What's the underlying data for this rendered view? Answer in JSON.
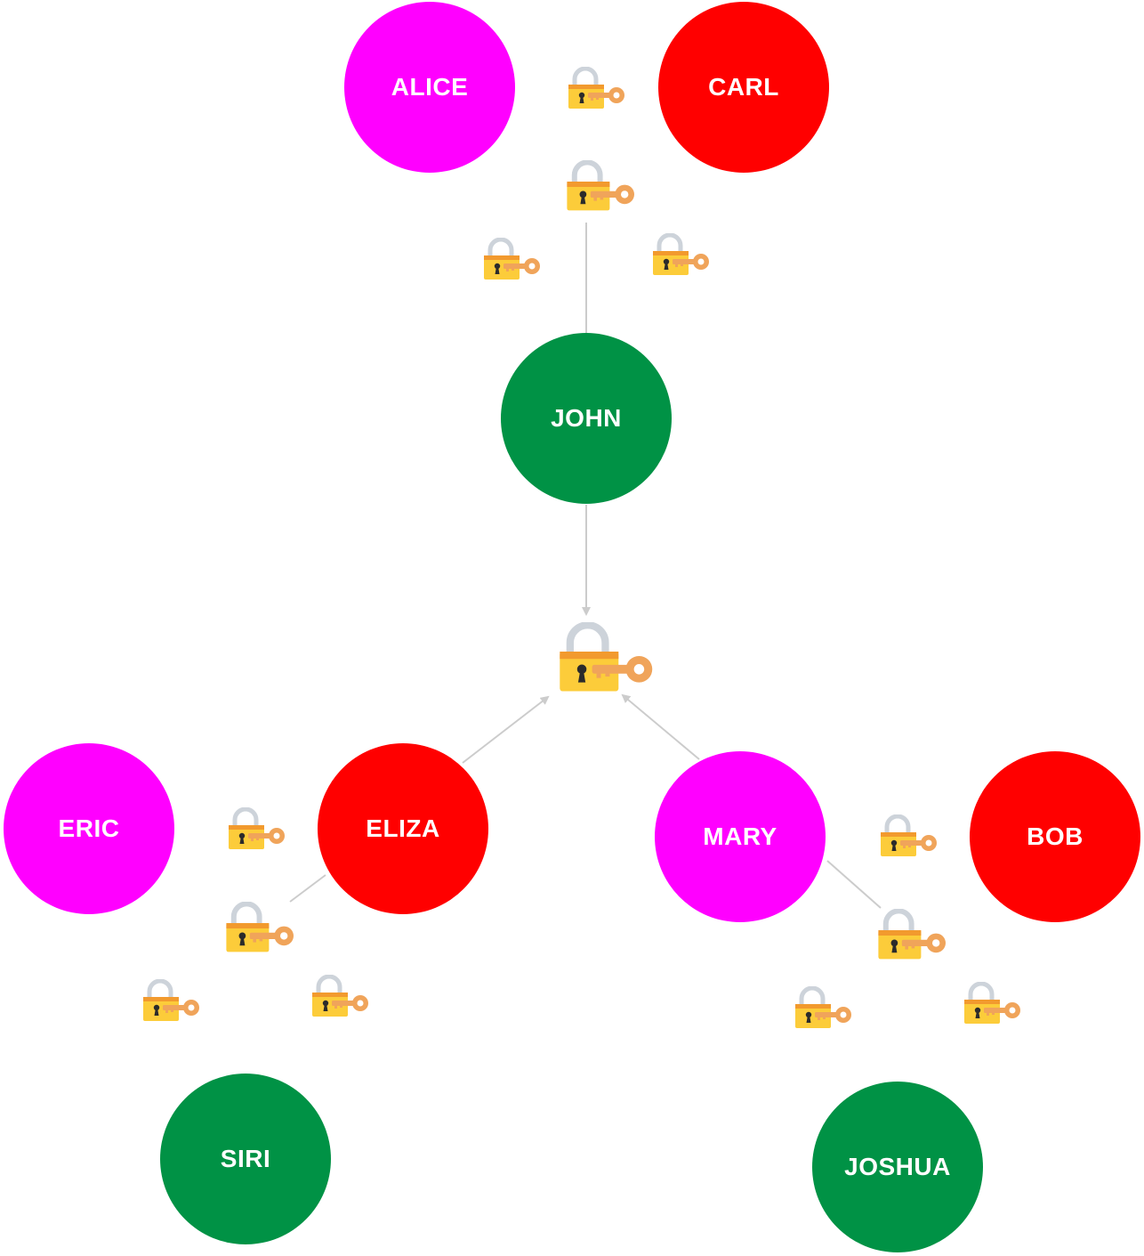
{
  "colors": {
    "magenta": "#ff00ff",
    "red": "#ff0000",
    "green": "#009245",
    "edge": "#cccccc",
    "lock_body": "#fccc3a",
    "lock_band": "#f29a2e",
    "shackle": "#cdd3da",
    "key": "#f0a45a"
  },
  "icons": {
    "lock": "lock-with-key-icon"
  },
  "nodes": [
    {
      "id": "alice",
      "label": "ALICE",
      "color": "magenta"
    },
    {
      "id": "carl",
      "label": "CARL",
      "color": "red"
    },
    {
      "id": "john",
      "label": "JOHN",
      "color": "green"
    },
    {
      "id": "eric",
      "label": "ERIC",
      "color": "magenta"
    },
    {
      "id": "eliza",
      "label": "ELIZA",
      "color": "red"
    },
    {
      "id": "siri",
      "label": "SIRI",
      "color": "green"
    },
    {
      "id": "mary",
      "label": "MARY",
      "color": "magenta"
    },
    {
      "id": "bob",
      "label": "BOB",
      "color": "red"
    },
    {
      "id": "joshua",
      "label": "JOSHUA",
      "color": "green"
    }
  ],
  "edges": [
    {
      "from": "top-hub",
      "to": "john",
      "arrow": false
    },
    {
      "from": "john",
      "to": "center-lock",
      "arrow": true
    },
    {
      "from": "eliza",
      "to": "center-lock",
      "arrow": true
    },
    {
      "from": "mary",
      "to": "center-lock",
      "arrow": true
    },
    {
      "from": "eliza",
      "to": "left-hub",
      "arrow": false
    },
    {
      "from": "mary",
      "to": "right-hub",
      "arrow": false
    }
  ]
}
